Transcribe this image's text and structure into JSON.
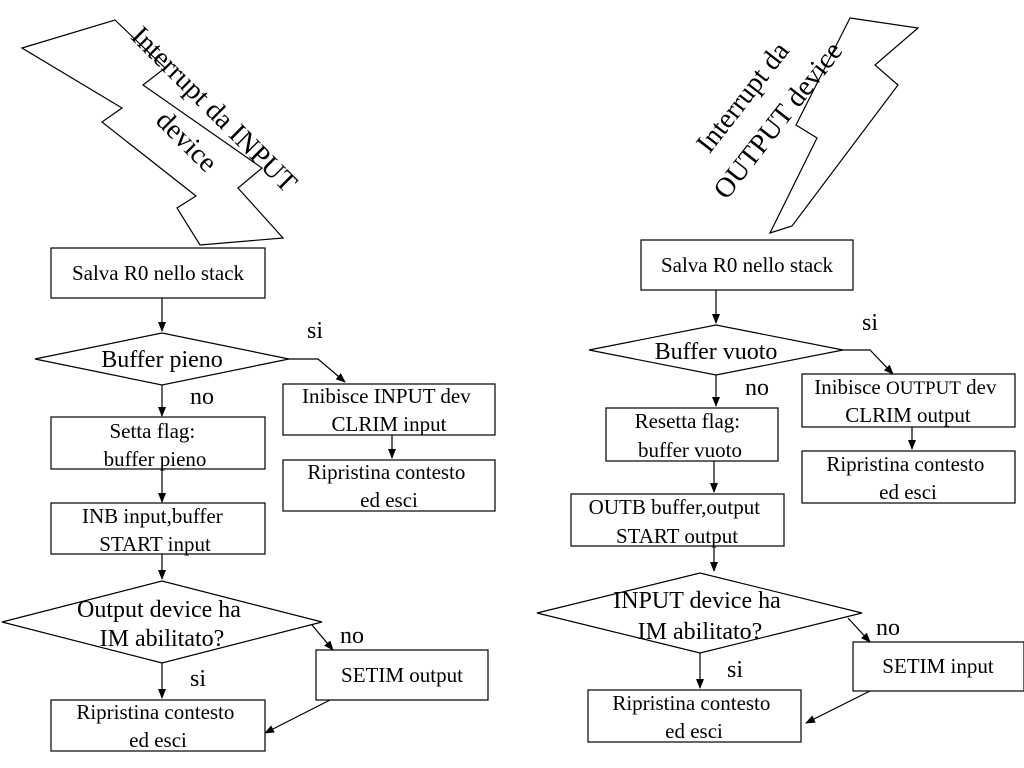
{
  "left": {
    "interrupt": [
      "Interrupt da INPUT",
      "device"
    ],
    "save": "Salva R0 nello stack",
    "check_buffer": "Buffer pieno",
    "yes": "si",
    "no": "no",
    "disable": [
      "Inibisce INPUT dev",
      "CLRIM input"
    ],
    "restore_yes": [
      "Ripristina contesto",
      "ed esci"
    ],
    "set_flag": [
      "Setta flag:",
      "buffer pieno"
    ],
    "io_op": [
      "INB input,buffer",
      "START input"
    ],
    "check_other": [
      "Output device ha",
      "IM abilitato?"
    ],
    "no2": "no",
    "setim": "SETIM output",
    "yes2": "si",
    "restore_end": [
      "Ripristina contesto",
      "ed esci"
    ]
  },
  "right": {
    "interrupt": [
      "Interrupt da",
      "OUTPUT device"
    ],
    "save": "Salva R0 nello stack",
    "check_buffer": "Buffer vuoto",
    "yes": "si",
    "no": "no",
    "disable": [
      "Inibisce ",
      "OUTPUT",
      " dev",
      "CLRIM output"
    ],
    "restore_yes": [
      "Ripristina contesto",
      "ed esci"
    ],
    "reset_flag": [
      "Resetta flag:",
      "buffer vuoto"
    ],
    "io_op": [
      "OUTB buffer,output",
      "START output"
    ],
    "check_other": [
      "INPUT device ha",
      "IM abilitato?"
    ],
    "yes2": "si",
    "no2": "no",
    "setim": "SETIM input",
    "restore_end": [
      "Ripristina contesto",
      "ed esci"
    ]
  }
}
